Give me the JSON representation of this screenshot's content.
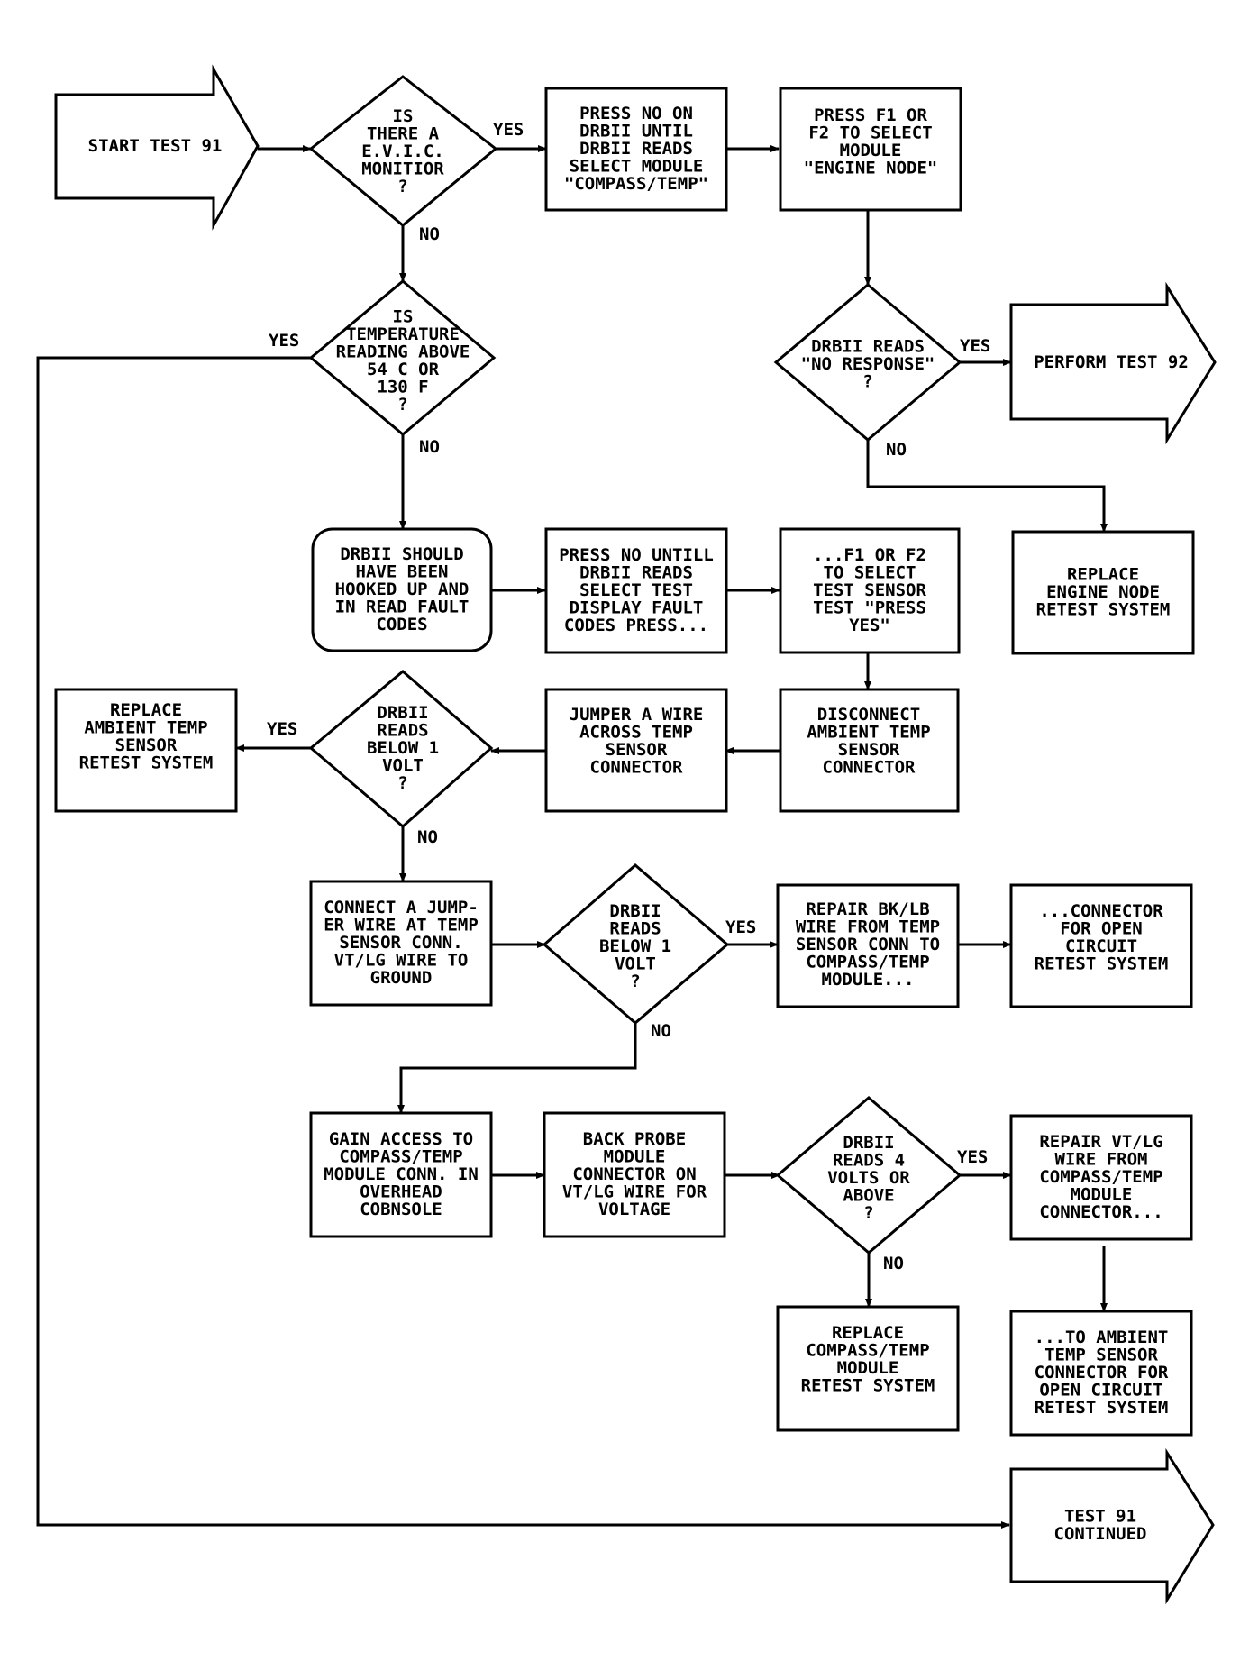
{
  "nodes": {
    "start": [
      "START TEST 91"
    ],
    "q_evic": [
      "IS",
      "THERE A",
      "E.V.I.C.",
      "MONITIOR",
      "?"
    ],
    "press_no": [
      "PRESS NO ON",
      "DRBII UNTIL",
      "DRBII READS",
      "SELECT MODULE",
      "\"COMPASS/TEMP\""
    ],
    "press_f1": [
      "PRESS F1 OR",
      "F2 TO SELECT",
      "MODULE",
      "\"ENGINE NODE\""
    ],
    "q_temp": [
      "IS",
      "TEMPERATURE",
      "READING ABOVE",
      "54 C OR",
      "130 F",
      "?"
    ],
    "q_noresp": [
      "DRBII READS",
      "\"NO RESPONSE\"",
      "?"
    ],
    "perform92": [
      "PERFORM TEST 92"
    ],
    "replace_engine": [
      "REPLACE",
      "ENGINE NODE",
      "RETEST SYSTEM"
    ],
    "drbii_hooked": [
      "DRBII SHOULD",
      "HAVE BEEN",
      "HOOKED UP AND",
      "IN READ FAULT",
      "CODES"
    ],
    "press_no_until": [
      "PRESS NO UNTILL",
      "DRBII READS",
      "SELECT TEST",
      "DISPLAY FAULT",
      "CODES PRESS..."
    ],
    "f1f2_sensor": [
      "...F1 OR F2",
      "TO SELECT",
      "TEST SENSOR",
      "TEST \"PRESS",
      "YES\""
    ],
    "replace_ambient": [
      "REPLACE",
      "AMBIENT TEMP",
      "SENSOR",
      "RETEST SYSTEM"
    ],
    "q_below1a": [
      "DRBII",
      "READS",
      "BELOW 1",
      "VOLT",
      "?"
    ],
    "jumper": [
      "JUMPER A WIRE",
      "ACROSS TEMP",
      "SENSOR",
      "CONNECTOR"
    ],
    "disconnect": [
      "DISCONNECT",
      "AMBIENT TEMP",
      "SENSOR",
      "CONNECTOR"
    ],
    "connect_jumper": [
      "CONNECT A JUMP-",
      "ER WIRE AT TEMP",
      "SENSOR CONN.",
      "VT/LG WIRE TO",
      "GROUND"
    ],
    "q_below1b": [
      "DRBII",
      "READS",
      "BELOW 1",
      "VOLT",
      "?"
    ],
    "repair_bk": [
      "REPAIR BK/LB",
      "WIRE FROM TEMP",
      "SENSOR CONN TO",
      "COMPASS/TEMP",
      "MODULE..."
    ],
    "connector_open": [
      "...CONNECTOR",
      "FOR OPEN",
      "CIRCUIT",
      "RETEST SYSTEM"
    ],
    "gain_access": [
      "GAIN ACCESS TO",
      "COMPASS/TEMP",
      "MODULE CONN. IN",
      "OVERHEAD",
      "COBNSOLE"
    ],
    "back_probe": [
      "BACK PROBE",
      "MODULE",
      "CONNECTOR ON",
      "VT/LG WIRE FOR",
      "VOLTAGE"
    ],
    "q_4volts": [
      "DRBII",
      "READS 4",
      "VOLTS OR",
      "ABOVE",
      "?"
    ],
    "repair_vt": [
      "REPAIR VT/LG",
      "WIRE FROM",
      "COMPASS/TEMP",
      "MODULE",
      "CONNECTOR..."
    ],
    "replace_compass": [
      "REPLACE",
      "COMPASS/TEMP",
      "MODULE",
      "RETEST SYSTEM"
    ],
    "to_ambient": [
      "...TO AMBIENT",
      "TEMP SENSOR",
      "CONNECTOR FOR",
      "OPEN CIRCUIT",
      "RETEST SYSTEM"
    ],
    "test91cont": [
      "TEST 91",
      "CONTINUED"
    ]
  },
  "labels": {
    "yes": "YES",
    "no": "NO"
  }
}
